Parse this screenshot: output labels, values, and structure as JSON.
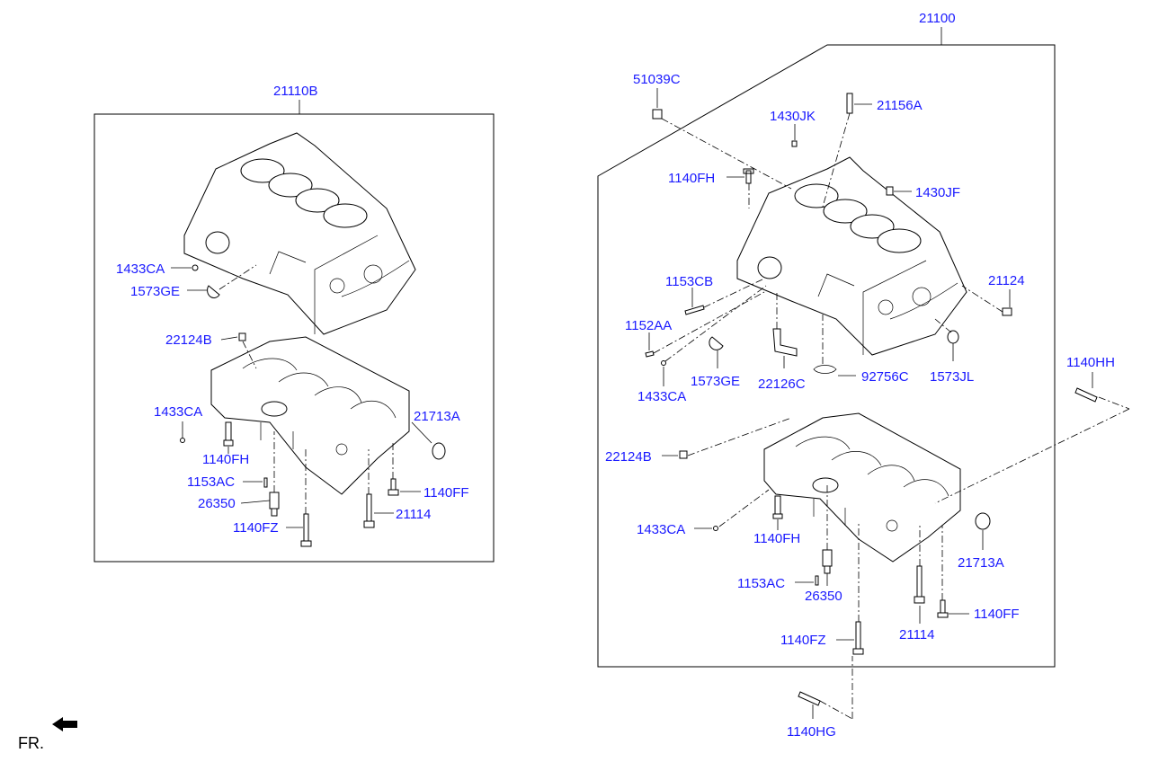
{
  "labels": {
    "assy_21100": "21100",
    "assy_21110B": "21110B",
    "l_1433CA_a": "1433CA",
    "l_1573GE_a": "1573GE",
    "l_22124B_a": "22124B",
    "l_1433CA_b": "1433CA",
    "l_1140FH_a": "1140FH",
    "l_1153AC_a": "1153AC",
    "l_26350_a": "26350",
    "l_1140FZ_a": "1140FZ",
    "l_21713A_a": "21713A",
    "l_1140FF_a": "1140FF",
    "l_21114_a": "21114",
    "l_51039C": "51039C",
    "l_21156A": "21156A",
    "l_1430JK": "1430JK",
    "l_1140FH_b": "1140FH",
    "l_1430JF": "1430JF",
    "l_1153CB": "1153CB",
    "l_1152AA": "1152AA",
    "l_1433CA_c": "1433CA",
    "l_1573GE_b": "1573GE",
    "l_22126C": "22126C",
    "l_92756C": "92756C",
    "l_1573JL": "1573JL",
    "l_21124": "21124",
    "l_1140HH": "1140HH",
    "l_22124B_b": "22124B",
    "l_1433CA_d": "1433CA",
    "l_1140FH_c": "1140FH",
    "l_21713A_b": "21713A",
    "l_1153AC_b": "1153AC",
    "l_26350_b": "26350",
    "l_1140FF_b": "1140FF",
    "l_21114_b": "21114",
    "l_1140FZ_b": "1140FZ",
    "l_1140HG": "1140HG",
    "fr": "FR."
  },
  "colors": {
    "label": "#1a1aff",
    "line": "#000000"
  }
}
